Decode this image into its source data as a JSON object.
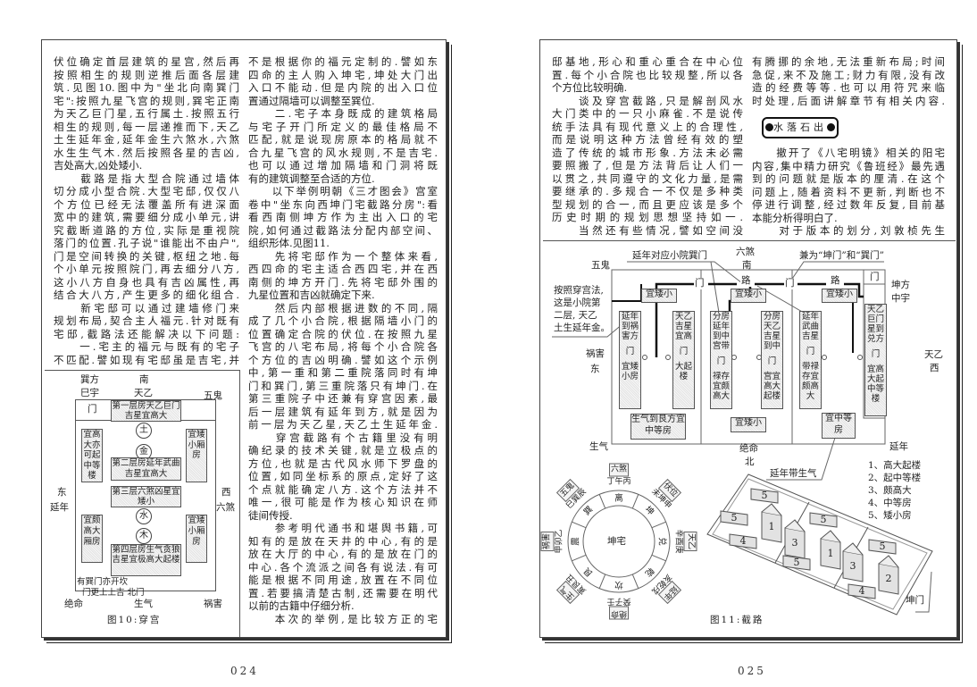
{
  "left_page": {
    "page_number": "024",
    "col1": [
      "伏位确定首层建筑的星宫,然后再",
      "按照相生的规则逆推后面各层建",
      "筑.见图10.图中为\"坐北向南巽门",
      "宅\":按照九星飞宫的规则,巽宅正南",
      "为天乙巨门星,五行属土.按照五行",
      "相生的规则,每一层递推而下,天乙",
      "土生延年金,延年金生六煞水,六煞",
      "水生生气木.然后按照各星的吉凶,",
      "吉处高大,凶处矮小.",
      "　　截路是指大型合院通过墙体",
      "切分成小型合院.大型宅邸,仅仅八",
      "个方位已经无法覆盖所有进深面",
      "宽中的建筑,需要细分成小单元,讲",
      "究截断道路的方位,实际是重视院",
      "落门的位置.孔子说\"谁能出不由户\",",
      "门是空间转换的关键,枢纽之地.每",
      "个小单元按照院门,再去细分八方,",
      "这小八方自身也具有吉凶属性,再",
      "结合大八方,产生更多的细化组合.",
      "　　新宅邸可以通过建墙修门来",
      "规划布局,契合主人福元.针对既有",
      "宅邸,截路法还能解决以下问题:",
      "　　一.宅主的福元与既有的宅子",
      "不匹配.譬如现有宅邸虽是吉宅,并"
    ],
    "col2": [
      "不是根据你的福元定制的.譬如东",
      "四命的主人购入坤宅,坤处大门出",
      "入口不能动.但是内院的出入口位",
      "置通过隔墙可以调整至巽位.",
      "　　二.宅子本身既成的建筑格局",
      "与宅子开门所定义的最佳格局不",
      "匹配,就是说现房原本的格局就不",
      "合九星飞宫的风水规则,不是吉宅.",
      "也可以通过增加隔墙和门洞将既",
      "有的建筑调整至合适的方位.",
      "　　以下举例明朝《三才图会》宫室",
      "卷中\"坐东向西坤门宅截路分房\":看",
      "看西南侧坤方作为主出入口的宅",
      "院,如何通过截路法分配内部空间、",
      "组织形体.见图11.",
      "　　先将宅邸作为一个整体来看,",
      "西四命的宅主适合西四宅,并在西",
      "南侧的坤方开门.先将宅邸外围的",
      "九星位置和吉凶就确定下来.",
      "　　然后内部根据进数的不同,隔",
      "成了几个小合院,根据隔墙小门的",
      "位置确定合院的伏位.在按照九星",
      "飞宫的八宅布局,将每个小合院各",
      "个方位的吉凶明确.譬如这个示例",
      "中,第一重和第二重院落同时有坤",
      "门和巽门,第三重院落只有坤门.在",
      "第三重院子中还兼有穿宫因素,最",
      "后一层建筑有延年到方,就是因为",
      "前一层为天乙星,天乙土生延年金.",
      "　　穿宫截路有个古籍里没有明",
      "确纪录的技术关键,就是立极点的",
      "方位,也就是古代风水师下罗盘的",
      "位置,如同坐标系的原点,定好了这",
      "个点就能确定八方.这个方法并不",
      "唯一,很可能是作为核心知识在师",
      "徒间传授.",
      "　　参考明代通书和堪舆书籍,可",
      "知有的是放在天井的中心,有的是",
      "放在大厅的中心,有的是放在门的",
      "中心.各个流派之间各有说法.有可",
      "能是根据不同用途,放置在不同位",
      "置.若要搞清楚古制,还需要在明代",
      "以前的古籍中仔细分析.",
      "　　本次的举例,是比较方正的宅"
    ]
  },
  "figure10": {
    "caption": "图10:穿宫",
    "xunfang": "巽方",
    "sizi": "巳宇",
    "south": "南",
    "tianyi": "天乙",
    "wugui": "五鬼",
    "door": "门",
    "east": "东",
    "yannian": "延年",
    "west": "西",
    "liusha": "六煞",
    "jueming": "绝命",
    "shengqi": "生气",
    "huohai": "祸害",
    "note1": "有巽门亦开坎",
    "note2": "门更上上吉 北门",
    "elements": [
      "土",
      "金",
      "水",
      "木"
    ],
    "floor1": "第一层房天乙巨门吉星宜高大",
    "floor2": "第二层房延年武曲吉星宜高大",
    "floor3": "第三层六煞凶星宜矮小",
    "floor4": "第四层房生气贪狼吉星宜极高大起楼",
    "side_left_top": "宜高大亦可起中等楼",
    "side_right_top": "宜矮小厢房",
    "side_left_bottom": "宜颇高大厢房",
    "side_right_bottom": "宜矮小厢房"
  },
  "right_page": {
    "page_number": "025",
    "col1": [
      "邸基地,形心和重心重合在中心位",
      "置.每个小合院也比较规整,所以各",
      "个方位比较明确.",
      "　　谈及穿宫截路,只是解剖风水",
      "大门类中的一只小麻雀.不是说传",
      "统手法具有现代意义上的合理性,",
      "而是说明这种方法曾经有效的塑",
      "造了传统的城市形象.方法未必需",
      "要照搬了,但是方法背后让人们一",
      "以贯之,共同遵守的文化力量,是需",
      "要继承的.多规合一不仅是多种类",
      "型规划的合一,而且更应该是多个",
      "历史时期的规划思想坚持如一.",
      "　　当然还有些情况,譬如空间没"
    ],
    "col2a": [
      "有腾挪的余地,无法重新布局;时间",
      "急促,来不及施工;财力有限,没有改",
      "造的经费等等.也可以用符咒来临",
      "时处理,后面讲解章节有相关内容."
    ],
    "heading": "水落石出",
    "col2b": [
      "　　撤开了《八宅明镜》相关的阳宅",
      "内容,集中精力研究《鲁班经》最先遇",
      "到的问题就是版本的厘清.在这个",
      "问题上,随着资料不更新,判断也不",
      "停进行调整,经过数年反复,目前基",
      "本能分析得明白了.",
      "　　对于版本的划分,刘敦桢先生"
    ]
  },
  "figure11": {
    "caption": "图11:截路",
    "callout_xunmen": "延年对应小院巽门",
    "callout_both": "兼为“坤门”和“巽门”",
    "callout_note": [
      "按照穿宫法,",
      "这是小院第",
      "二层, 天乙",
      "土生延年金。"
    ],
    "liusha": "六煞",
    "south": "南",
    "wugui": "五鬼",
    "huohai": "祸害",
    "east": "东",
    "shengqi": "生气",
    "jueming": "绝命",
    "north": "北",
    "yannian_bottom": "延年",
    "kunfang": "坤方",
    "zhongyu": "中宇",
    "tianyi": "天乙",
    "west": "西",
    "road": "路",
    "door": "门",
    "yannian_shengqi": "延年带生气",
    "small_boxes": [
      "宜矮小",
      "宜矮小",
      "宜矮小",
      "宜矮小"
    ],
    "box_genfang": "生气到艮方宜中等房",
    "box_zhongdeng": "宜中等房",
    "columns": [
      {
        "top": "延年到祸害方",
        "door": "门",
        "bottom": "宜矮小房"
      },
      {
        "top": "天乙吉星宜高",
        "door": "门",
        "bottom": "大起楼"
      },
      {
        "top": "分房延年到中宫带",
        "door": "门",
        "bottom": "禄存宜颇高大"
      },
      {
        "top": "分房天乙吉星到中",
        "door": "门",
        "bottom": "宫宜高大起楼"
      },
      {
        "top": "延年武曲吉星",
        "door": "门",
        "bottom": "带禄存宜颇高大"
      },
      {
        "top": "天乙巨门星到兑方",
        "door": "门",
        "bottom": "宜高大起中等楼"
      }
    ],
    "compass": {
      "center": "坤宅",
      "ring": [
        "离",
        "坤",
        "兑",
        "乾",
        "坎",
        "艮",
        "震",
        "巽"
      ],
      "mountains": [
        "丁午丙",
        "未坤申",
        "辛酉庚",
        "亥乾戌",
        "癸子壬",
        "寅艮丑",
        "甲卯乙",
        "巳巽辰"
      ],
      "stars": [
        "六煞",
        "伏位",
        "天乙",
        "延年",
        "绝命",
        "生气",
        "祸害",
        "五鬼"
      ]
    },
    "legend": [
      "1、高大起楼",
      "2、起中等楼",
      "3、颇高大",
      "4、中等房",
      "5、矮小房"
    ],
    "building_numbers": [
      "5",
      "5",
      "1",
      "4",
      "3",
      "5",
      "1",
      "5",
      "3",
      "5",
      "2",
      "4"
    ],
    "kunmen": "坤门"
  }
}
